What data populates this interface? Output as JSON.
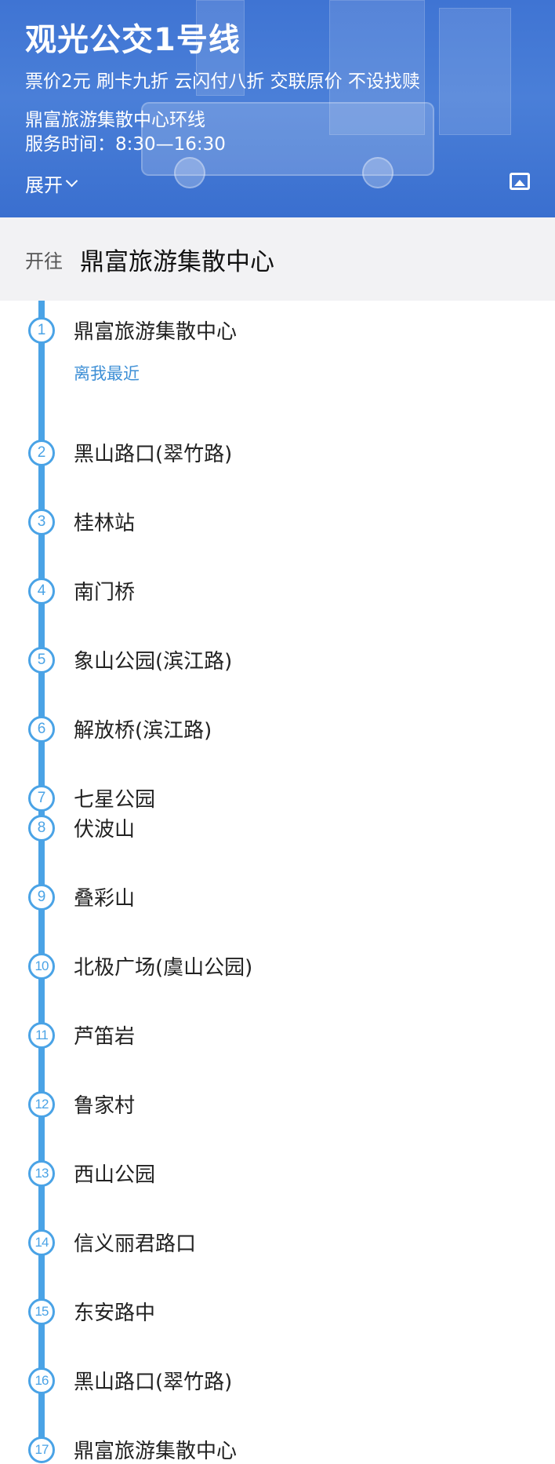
{
  "header": {
    "line_title": "观光公交1号线",
    "fare": "票价2元 刷卡九折 云闪付八折 交联原价 不设找赎",
    "route": "鼎富旅游集散中心环线",
    "hours": "服务时间：8:30—16:30",
    "expand_label": "展开",
    "photo_icon": "image-icon"
  },
  "direction": {
    "label": "开往",
    "destination": "鼎富旅游集散中心"
  },
  "stops": [
    {
      "num": "1",
      "name": "鼎富旅游集散中心",
      "tag": "离我最近"
    },
    {
      "num": "2",
      "name": "黑山路口(翠竹路)"
    },
    {
      "num": "3",
      "name": "桂林站"
    },
    {
      "num": "4",
      "name": "南门桥"
    },
    {
      "num": "5",
      "name": "象山公园(滨江路)"
    },
    {
      "num": "6",
      "name": "解放桥(滨江路)"
    },
    {
      "num": "7",
      "name": "七星公园"
    },
    {
      "num": "8",
      "name": "伏波山"
    },
    {
      "num": "9",
      "name": "叠彩山"
    },
    {
      "num": "10",
      "name": "北极广场(虞山公园)"
    },
    {
      "num": "11",
      "name": "芦笛岩"
    },
    {
      "num": "12",
      "name": "鲁家村"
    },
    {
      "num": "13",
      "name": "西山公园"
    },
    {
      "num": "14",
      "name": "信义丽君路口"
    },
    {
      "num": "15",
      "name": "东安路中"
    },
    {
      "num": "16",
      "name": "黑山路口(翠竹路)"
    },
    {
      "num": "17",
      "name": "鼎富旅游集散中心"
    }
  ],
  "colors": {
    "header_blue": "#4a7fd8",
    "line_blue": "#4aa3e6",
    "nearest_text": "#3d8fd6"
  }
}
